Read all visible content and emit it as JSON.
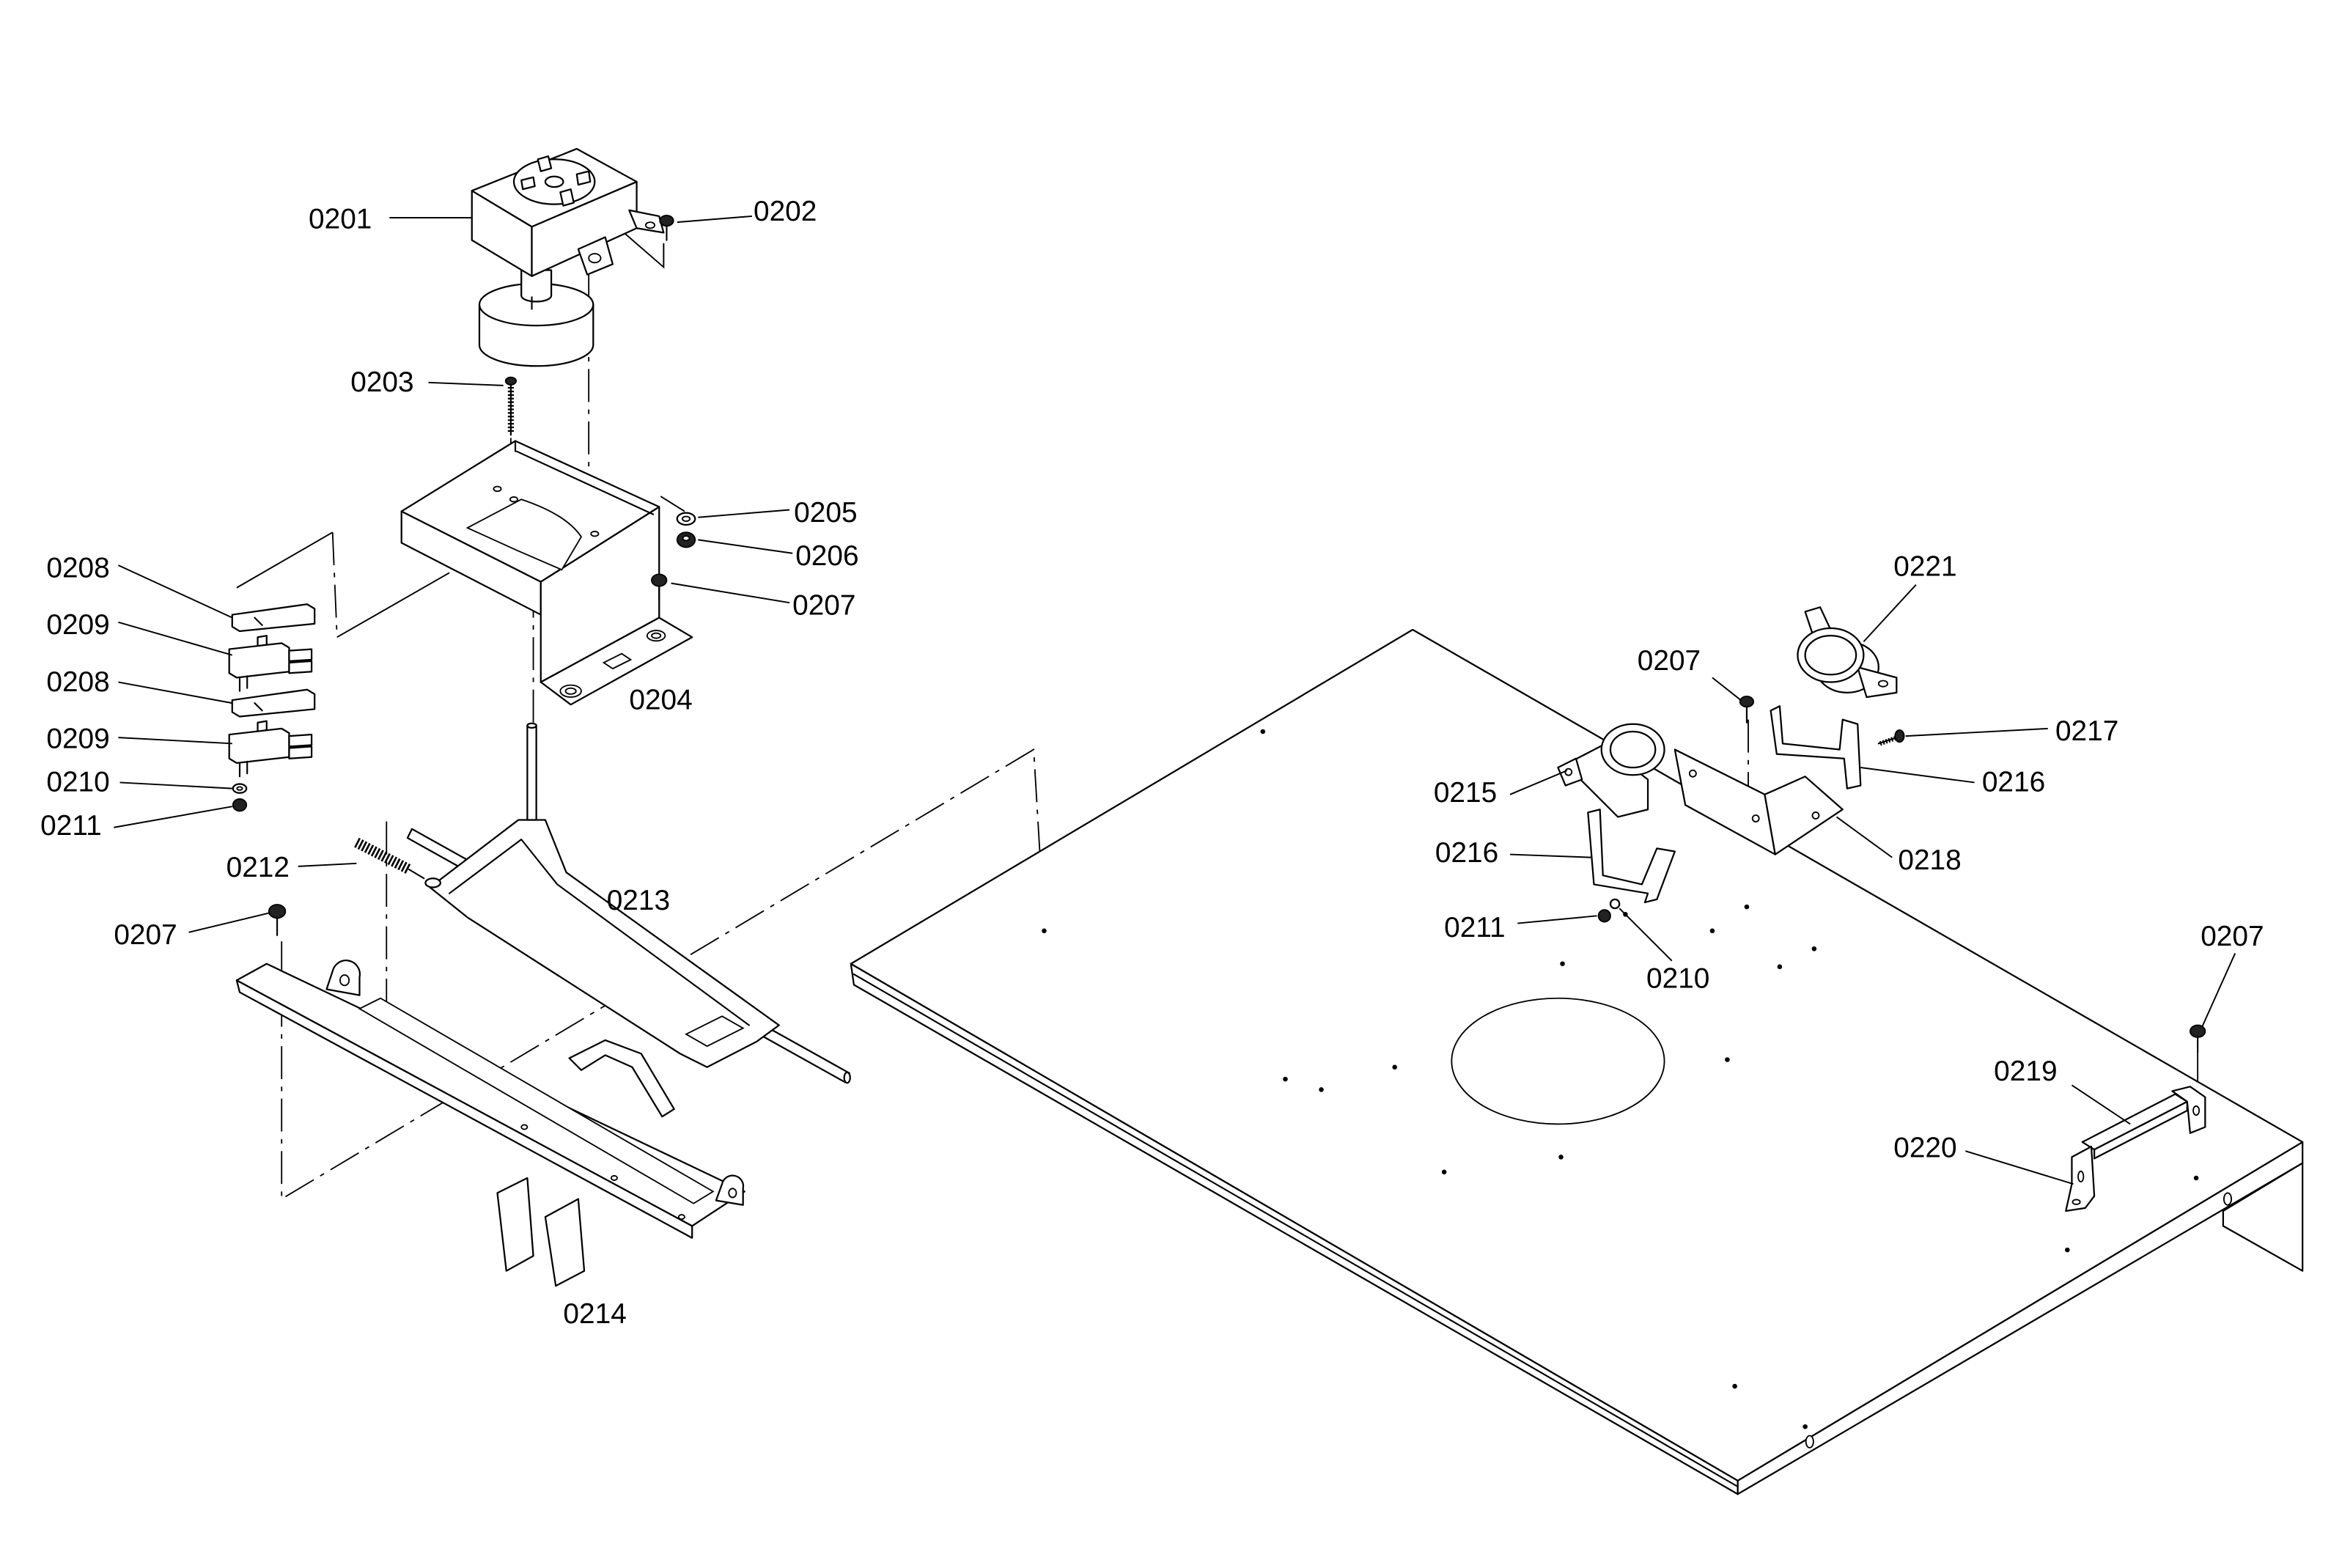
{
  "callouts": {
    "left": [
      "0201",
      "0202",
      "0203",
      "0205",
      "0206",
      "0207",
      "0204",
      "0208",
      "0209",
      "0208",
      "0209",
      "0210",
      "0211",
      "0212",
      "0213",
      "0207",
      "0214"
    ],
    "right": [
      "0221",
      "0207",
      "0217",
      "0216",
      "0215",
      "0216",
      "0218",
      "0211",
      "0210",
      "0207",
      "0219",
      "0220"
    ]
  },
  "colors": {
    "ink": "#000000",
    "paper": "#ffffff",
    "shade": "#222222"
  }
}
